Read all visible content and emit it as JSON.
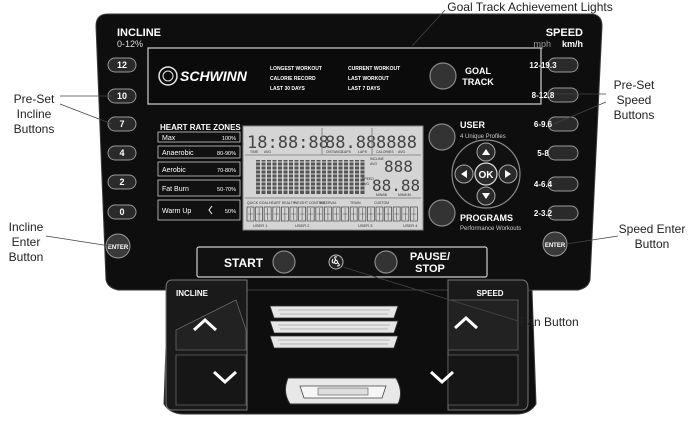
{
  "console": {
    "incline": {
      "title": "INCLINE",
      "range": "0-12%"
    },
    "speed": {
      "title": "SPEED",
      "unit_mph": "mph",
      "unit_kmh": "km/h"
    },
    "brand": "SCHWINN",
    "records": {
      "left": [
        "LONGEST WORKOUT",
        "CALORIE RECORD",
        "LAST 30 DAYS"
      ],
      "right": [
        "CURRENT WORKOUT",
        "LAST WORKOUT",
        "LAST 7 DAYS"
      ]
    },
    "goal_track_button": {
      "line1": "GOAL",
      "line2": "TRACK"
    },
    "incline_presets": [
      "12",
      "10",
      "7",
      "4",
      "2",
      "0"
    ],
    "incline_enter": "ENTER",
    "speed_presets": [
      "12-19.3",
      "8-12.8",
      "6-9.6",
      "5-8",
      "4-6.4",
      "2-3.2"
    ],
    "speed_enter": "ENTER",
    "heart_rate_zones": {
      "title": "HEART RATE ZONES",
      "zones": [
        {
          "name": "Max",
          "pct": "100%"
        },
        {
          "name": "Anaerobic",
          "pct": "80-90%"
        },
        {
          "name": "Aerobic",
          "pct": "70-80%"
        },
        {
          "name": "Fat Burn",
          "pct": "50-70%"
        },
        {
          "name": "Warm Up",
          "pct": "50%"
        }
      ]
    },
    "lcd": {
      "digits_1": "18:88:88",
      "digits_2": "88.88",
      "digits_3": "8888",
      "digits_hr": "888",
      "digits_speed": "88.88",
      "labels_1": [
        "TIME",
        "AVG"
      ],
      "labels_2": [
        "DISTANCE",
        "LAPS",
        "LAPS"
      ],
      "labels_3": [
        "CALORIES",
        "AVG"
      ],
      "labels_hr": [
        "INCLINE",
        "AVG"
      ],
      "labels_speed": [
        "SPEED",
        "AVG",
        "MIN/MI",
        "MIN/KM"
      ],
      "program_labels": [
        "QUICK GOAL",
        "HEART HEALTH",
        "WEIGHT CONTROL",
        "INTERVAL",
        "TRAIN",
        "CUSTOM"
      ],
      "user_labels": [
        "USER 1",
        "USER 2",
        "USER 3",
        "USER 4"
      ]
    },
    "user_button": {
      "label": "USER",
      "sub": "4 Unique Profiles"
    },
    "ok_label": "OK",
    "programs_button": {
      "label": "PROGRAMS",
      "sub": "Performance Workouts"
    },
    "start_label": "START",
    "pause_stop_label": {
      "line1": "PAUSE/",
      "line2": "STOP"
    },
    "incline_rocker_label": "INCLINE",
    "speed_rocker_label": "SPEED"
  },
  "callouts": {
    "goal_lights": "Goal Track Achievement Lights",
    "preset_incline": [
      "Pre-Set",
      "Incline",
      "Buttons"
    ],
    "preset_speed": [
      "Pre-Set",
      "Speed",
      "Buttons"
    ],
    "incline_enter": [
      "Incline",
      "Enter",
      "Button"
    ],
    "speed_enter": [
      "Speed Enter",
      "Button"
    ],
    "fan": "Fan Button"
  }
}
